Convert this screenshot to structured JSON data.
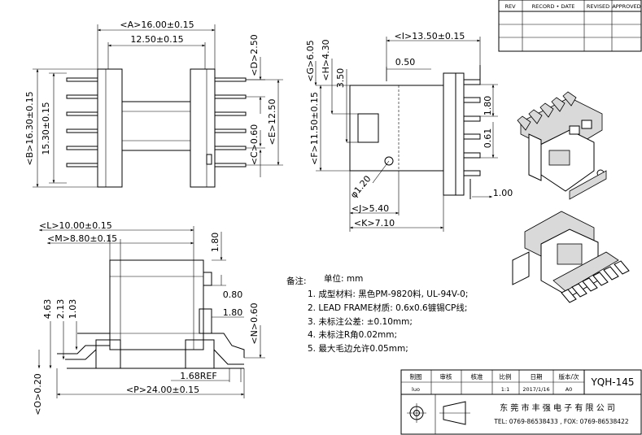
{
  "revision_table": {
    "headers": [
      "REV",
      "RECORD • DATE",
      "REVISED",
      "APPROVED"
    ]
  },
  "front_view": {
    "dim_a": "<A>16.00±0.15",
    "dim_a2": "12.50±0.15",
    "dim_b": "<B>16.30±0.15",
    "dim_b2": "15.30±0.15",
    "dim_d": "<D>2.50",
    "dim_e": "<E>12.50",
    "dim_c": "<C>0.60"
  },
  "side_view": {
    "dim_i": "<I>13.50±0.15",
    "dim_g": "<G>6.05",
    "dim_h": "<H>4.30",
    "dim_350": "3.50",
    "dim_050": "0.50",
    "dim_f": "<F>11.50±0.15",
    "dim_180": "1.80",
    "dim_061": "0.61",
    "dim_100": "1.00",
    "dim_phi": "φ1.20",
    "dim_j": "<J>5.40",
    "dim_k": "<K>7.10"
  },
  "bottom_view": {
    "dim_l": "<L>10.00±0.15",
    "dim_m": "<M>8.80±0.15",
    "dim_180a": "1.80",
    "dim_080": "0.80",
    "dim_180b": "1.80",
    "dim_n": "<N>0.60",
    "dim_463": "4.63",
    "dim_213": "2.13",
    "dim_103": "1.03",
    "dim_o": "<O>0.20",
    "dim_168": "1.68REF",
    "dim_p": "<P>24.00±0.15"
  },
  "notes": {
    "heading": "备注:",
    "unit": "单位: mm",
    "items": [
      "1. 成型材料: 黑色PM-9820料, UL-94V-0;",
      "2. LEAD FRAME材质: 0.6x0.6镀锡CP线;",
      "3. 未标注公差: ±0.10mm;",
      "4. 未标注R角0.02mm;",
      "5. 最大毛边允许0.05mm;"
    ]
  },
  "title_block": {
    "headers": [
      "制图",
      "审核",
      "核准",
      "比例",
      "日期",
      "版本/次"
    ],
    "values": [
      "luo",
      "",
      "",
      "1:1",
      "2017/1/16",
      "A0"
    ],
    "part_number": "YQH-145",
    "company": "东 莞 市 丰 强 电 子 有 限 公 司",
    "contact": "TEL: 0769-86538433 , FOX: 0769-86538422"
  }
}
